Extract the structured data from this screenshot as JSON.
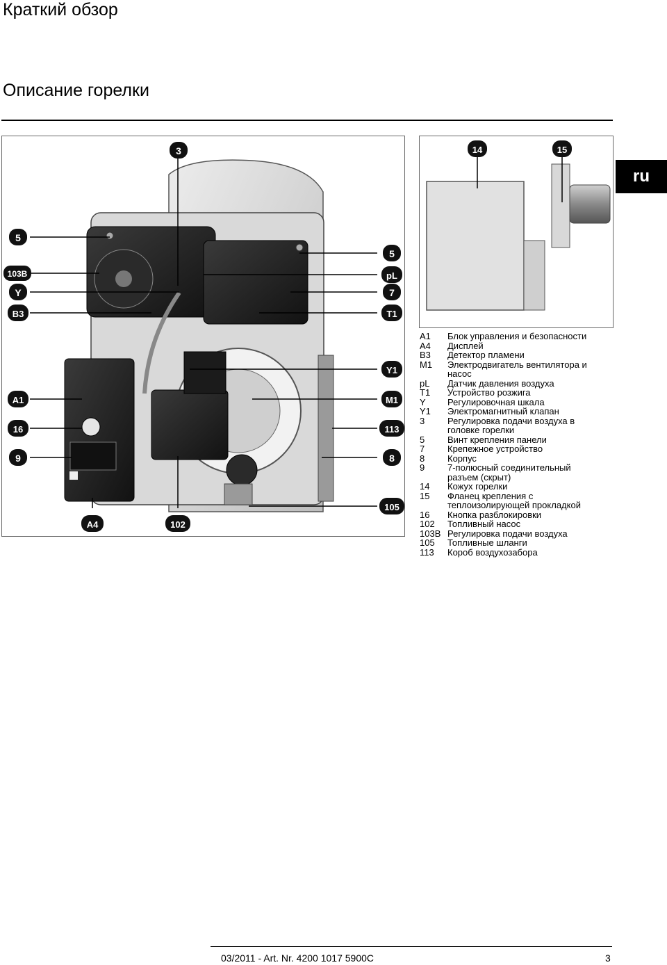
{
  "header": {
    "title": "Краткий обзор",
    "section": "Описание горелки"
  },
  "lang_tab": "ru",
  "callouts_main": {
    "c3": "3",
    "c5l": "5",
    "c103b": "103B",
    "cY": "Y",
    "cB3": "B3",
    "cA1": "A1",
    "c16": "16",
    "c9": "9",
    "cA4": "A4",
    "c102": "102",
    "c5r": "5",
    "cpl": "pL",
    "c7": "7",
    "cT1": "T1",
    "cY1": "Y1",
    "cM1": "M1",
    "c113": "113",
    "c8": "8",
    "c105": "105"
  },
  "callouts_side": {
    "c14": "14",
    "c15": "15"
  },
  "legend": [
    {
      "code": "A1",
      "lines": [
        "Блок управления и безопасности"
      ]
    },
    {
      "code": "A4",
      "lines": [
        "Дисплей"
      ]
    },
    {
      "code": "B3",
      "lines": [
        "Детектор пламени"
      ]
    },
    {
      "code": "M1",
      "lines": [
        "Электродвигатель вентилятора и",
        "насос"
      ]
    },
    {
      "code": "pL",
      "lines": [
        "Датчик давления воздуха"
      ]
    },
    {
      "code": "T1",
      "lines": [
        "Устройство розжига"
      ]
    },
    {
      "code": "Y",
      "lines": [
        "Регулировочная шкала"
      ]
    },
    {
      "code": "Y1",
      "lines": [
        "Электромагнитный клапан"
      ]
    },
    {
      "code": "3",
      "lines": [
        "Регулировка подачи воздуха в",
        "головке горелки"
      ]
    },
    {
      "code": "5",
      "lines": [
        "Винт крепления панели"
      ]
    },
    {
      "code": "7",
      "lines": [
        "Крепежное устройство"
      ]
    },
    {
      "code": "8",
      "lines": [
        "Корпус"
      ]
    },
    {
      "code": "9",
      "lines": [
        "7-полюсный соединительный",
        "разъем (скрыт)"
      ]
    },
    {
      "code": "14",
      "lines": [
        "Кожух горелки"
      ]
    },
    {
      "code": "15",
      "lines": [
        "Фланец крепления с",
        "теплоизолирующей прокладкой"
      ]
    },
    {
      "code": "16",
      "lines": [
        "Кнопка разблокировки"
      ]
    },
    {
      "code": "102",
      "lines": [
        "Топливный насос"
      ]
    },
    {
      "code": "103B",
      "lines": [
        "Регулировка подачи воздуха"
      ]
    },
    {
      "code": "105",
      "lines": [
        "Топливные шланги"
      ]
    },
    {
      "code": "113",
      "lines": [
        "Короб воздухозабора"
      ]
    }
  ],
  "footer": {
    "left": "03/2011 - Art. Nr. 4200 1017 5900C",
    "page": "3"
  }
}
